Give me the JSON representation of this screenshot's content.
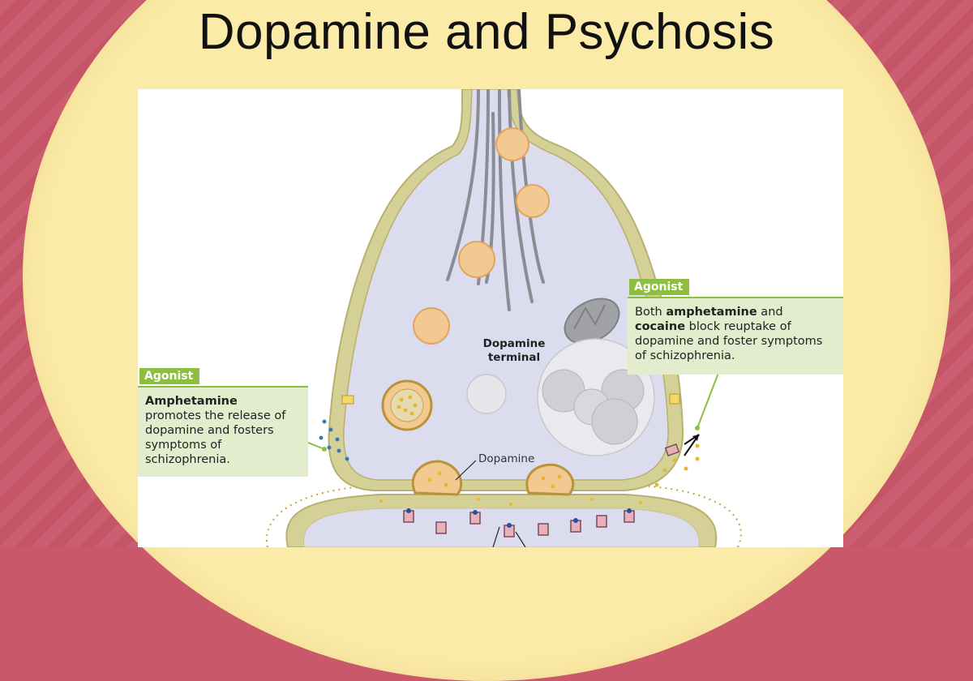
{
  "title": "Dopamine and Psychosis",
  "diagram": {
    "terminal_label": "Dopamine terminal",
    "dopamine_label": "Dopamine",
    "left_box": {
      "tag": "Agonist",
      "bold": "Amphetamine",
      "text": "promotes the release of dopamine and fosters symptoms of schizophrenia."
    },
    "right_box": {
      "tag": "Agonist",
      "pre": "Both ",
      "bold1": "amphetamine",
      "mid1": " and ",
      "bold2": "cocaine",
      "post": " block reuptake of dopamine and foster symptoms of schizophrenia."
    }
  },
  "colors": {
    "background": "#c9586a",
    "oval": "#fbeba8",
    "agonist_green": "#8cbf3f",
    "terminal_fill": "#dcdcef",
    "membrane": "#d4d096"
  }
}
